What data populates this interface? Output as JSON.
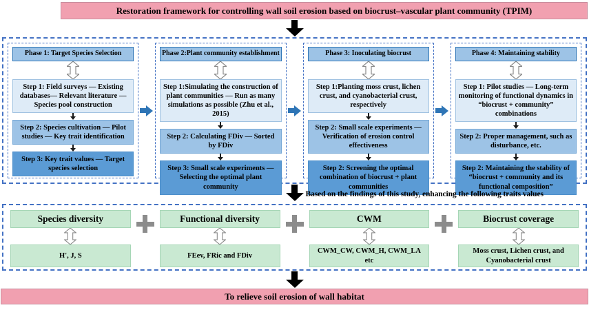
{
  "title": "Restoration framework for controlling wall soil erosion based on biocrust–vascular plant community (TPIM)",
  "phases": [
    {
      "header": "Phase 1: Target Species Selection",
      "steps": [
        "Step 1: Field surveys — Existing databases— Relevant literature — Species pool construction",
        "Step 2: Species cultivation — Pilot studies — Key trait identification",
        "Step 3: Key trait values — Target species selection"
      ]
    },
    {
      "header": "Phase 2:Plant community establishment",
      "steps": [
        "Step 1:Simulating the construction of plant communities — Run as many simulations as possible  (Zhu et al., 2015)",
        "Step 2: Calculating FDiv — Sorted by FDiv",
        "Step 3: Small scale experiments — Selecting the optimal plant community"
      ]
    },
    {
      "header": "Phase 3: Inoculating biocrust",
      "steps": [
        "Step 1:Planting moss crust, lichen crust, and cyanobacterial crust, respectively",
        "Step 2: Small scale experiments — Verification of erosion control effectiveness",
        "Step 2: Screening the optimal combination of biocrust + plant communities"
      ]
    },
    {
      "header": "Phase 4: Maintaining stability",
      "steps": [
        "Step 1: Pilot studies — Long-term monitoring of functional dynamics in “biocrust + community” combinations",
        "Step 2: Proper management, such as disturbance, etc.",
        "Step 2: Maintaining the stability of “biocrust + community and its functional composition”"
      ]
    }
  ],
  "mid_note": "Based on the findings of this study, enhancing the following traits values",
  "traits": [
    {
      "header": "Species diversity",
      "values": "H', J, S"
    },
    {
      "header": "Functional diversity",
      "values": "FEev, FRic and FDiv"
    },
    {
      "header": "CWM",
      "values": "CWM_CW, CWM_H, CWM_LA etc"
    },
    {
      "header": "Biocrust coverage",
      "values": "Moss crust, Lichen crust, and Cyanobacterial crust"
    }
  ],
  "footer": "To relieve soil erosion of wall habitat",
  "icons": {
    "updown-arrow-icon": "⇕",
    "down-arrow-icon": "↓",
    "right-arrow-icon": "➜",
    "plus-icon": "+",
    "big-down-arrow-icon": "⬇"
  },
  "colors": {
    "banner-pink": "#F1A0B0",
    "phase-header-blue": "#9DC3E6",
    "step1-blue": "#DEEBF7",
    "step2-blue": "#9DC3E6",
    "step3-blue": "#5B9BD5",
    "border-blue": "#4472C4",
    "arrow-blue": "#2E75B6",
    "green": "#C9E9D2",
    "plus-gray": "#8C8C8C"
  }
}
